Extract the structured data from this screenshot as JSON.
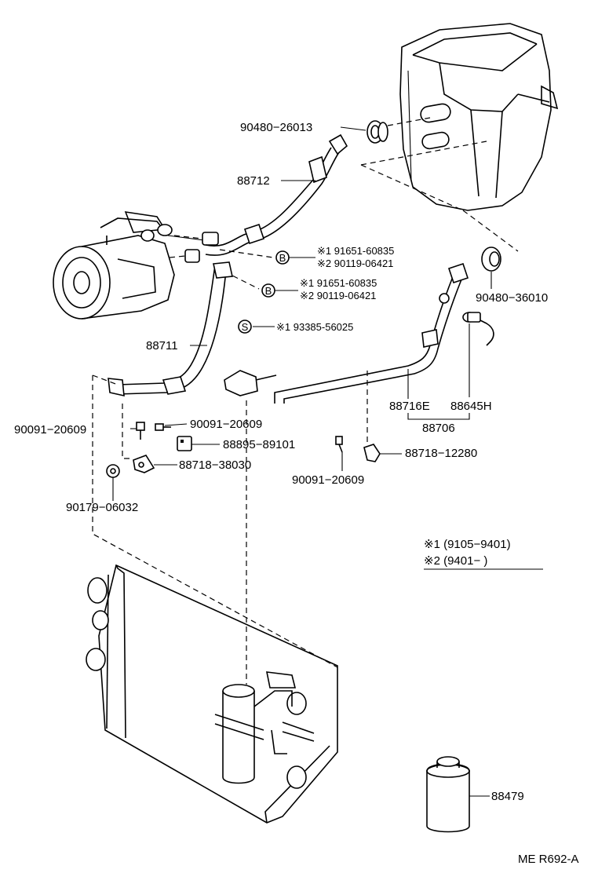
{
  "parts": {
    "p90480_26013": "90480−26013",
    "p88712": "88712",
    "p88711": "88711",
    "p90480_36010": "90480−36010",
    "p88716E": "88716E",
    "p88645H": "88645H",
    "p88706": "88706",
    "p90091_a": "90091−20609",
    "p90091_b": "90091−20609",
    "p90091_c": "90091−20609",
    "p88895": "88895−89101",
    "p88718_38030": "88718−38030",
    "p88718_12280": "88718−12280",
    "p90179": "90179−06032",
    "p88479": "88479"
  },
  "bolts": {
    "b1_mark": "B",
    "b1_line1": "※1 91651-60835",
    "b1_line2": "※2 90119-06421",
    "b2_mark": "B",
    "b2_line1": "※1 91651-60835",
    "b2_line2": "※2 90119-06421",
    "s_mark": "S",
    "s_line1": "※1 93385-56025"
  },
  "legend": {
    "l1": "※1 (9105−9401)",
    "l2": "※2 (9401−       )"
  },
  "ref_code": "ME R692-A"
}
